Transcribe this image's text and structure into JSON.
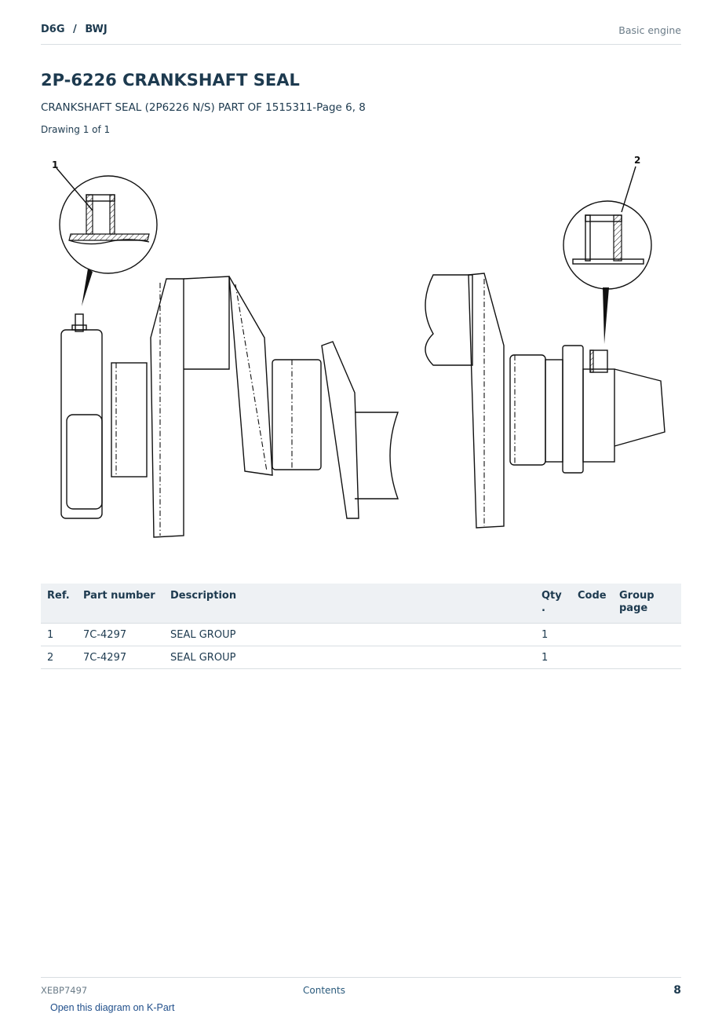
{
  "header": {
    "model": "D6G",
    "separator": "/",
    "serial_prefix": "BWJ",
    "section": "Basic engine"
  },
  "title": "2P-6226 CRANKSHAFT SEAL",
  "subtitle": "CRANKSHAFT SEAL (2P6226 N/S) PART OF 1515311-Page 6, 8",
  "drawing_count": "Drawing 1 of 1",
  "drawing": {
    "callouts": [
      "1",
      "2"
    ]
  },
  "table": {
    "headers": {
      "ref": "Ref.",
      "part_number": "Part number",
      "description": "Description",
      "qty": "Qty .",
      "code": "Code",
      "group_page": "Group page"
    },
    "rows": [
      {
        "ref": "1",
        "part_number": "7C-4297",
        "description": "SEAL GROUP",
        "qty": "1",
        "code": "",
        "group_page": ""
      },
      {
        "ref": "2",
        "part_number": "7C-4297",
        "description": "SEAL GROUP",
        "qty": "1",
        "code": "",
        "group_page": ""
      }
    ]
  },
  "footer": {
    "doc_id": "XEBP7497",
    "contents_label": "Contents",
    "page_number": "8"
  },
  "kpart_link": "Open this diagram on K-Part"
}
